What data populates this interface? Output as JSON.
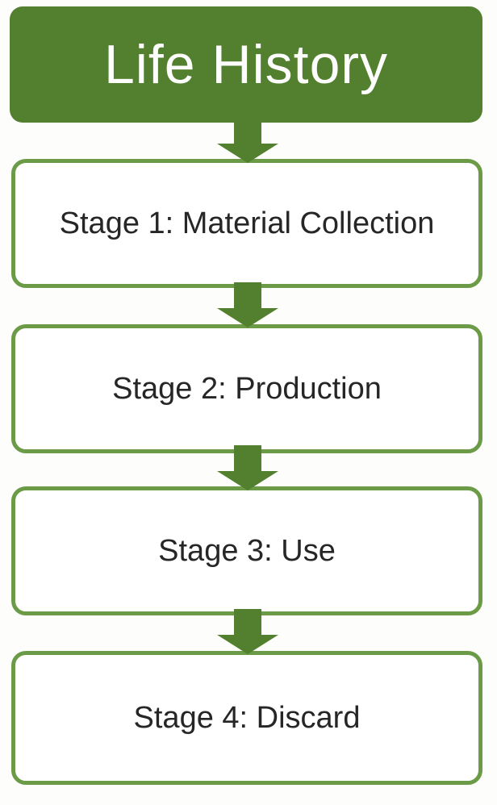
{
  "diagram": {
    "type": "flowchart",
    "direction": "top-down",
    "title": "Life History",
    "stages": [
      {
        "label": "Stage 1: Material Collection"
      },
      {
        "label": "Stage 2: Production"
      },
      {
        "label": "Stage 3: Use"
      },
      {
        "label": "Stage 4: Discard"
      }
    ],
    "connector_icon": "down-arrow-icon",
    "connector_count": 4
  },
  "colors": {
    "green_fill": "#53802e",
    "green_border": "#6c9b47",
    "header_text": "#fdfdfd",
    "stage_text": "#262626",
    "background": "#fdfdfb"
  }
}
